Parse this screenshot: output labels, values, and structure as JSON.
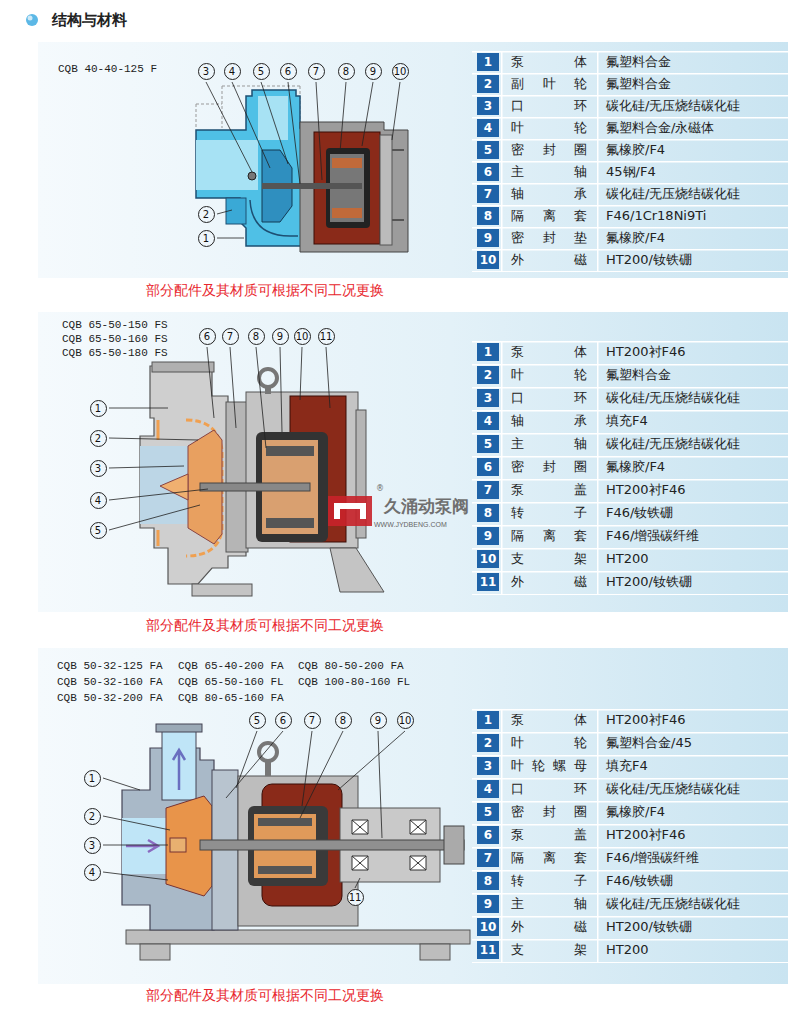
{
  "diagram": {
    "title": "结构与材料",
    "labels": [
      "CQB 40-40-125 F",
      "3",
      "4",
      "5",
      "6",
      "7",
      "8",
      "9",
      "10",
      "2",
      "1",
      "1",
      "泵体",
      "氟塑料合金",
      "2",
      "副叶轮",
      "氟塑料合金",
      "3",
      "口环",
      "碳化硅/无压烧结碳化硅",
      "4",
      "叶轮",
      "氟塑料合金/永磁体",
      "5",
      "密封圈",
      "氟橡胶/F4",
      "6",
      "主轴",
      "45钢/F4",
      "7",
      "轴承",
      "碳化硅/无压烧结碳化硅",
      "8",
      "隔离套",
      "F46/1Cr18Ni9Ti",
      "9",
      "密封垫",
      "氟橡胶/F4",
      "10",
      "外磁",
      "HT200/钕铁硼",
      "部分配件及其材质可根据不同工况更换",
      "CQB 65-50-150 FS",
      "CQB 65-50-160 FS",
      "CQB 65-50-180 FS",
      "6",
      "7",
      "8",
      "9",
      "10",
      "11",
      "1",
      "2",
      "3",
      "4",
      "5",
      "1",
      "泵体",
      "HT200衬F46",
      "2",
      "叶轮",
      "氟塑料合金",
      "3",
      "口环",
      "碳化硅/无压烧结碳化硅",
      "4",
      "轴承",
      "填充F4",
      "5",
      "主轴",
      "碳化硅/无压烧结碳化硅",
      "6",
      "密封圈",
      "氟橡胶/F4",
      "7",
      "泵盖",
      "HT200衬F46",
      "8",
      "转子",
      "F46/钕铁硼",
      "9",
      "隔离套",
      "F46/增强碳纤维",
      "10",
      "支架",
      "HT200",
      "11",
      "外磁",
      "HT200/钕铁硼",
      "®",
      "久涌动泵阀",
      "WWW.JYDBENG.COM",
      "部分配件及其材质可根据不同工况更换",
      "CQB 50-32-125 FA",
      "CQB 50-32-160 FA",
      "CQB 50-32-200 FA",
      "CQB 65-40-200 FA",
      "CQB 65-50-160 FL",
      "CQB 80-65-160 FA",
      "CQB 80-50-200 FA",
      "CQB 100-80-160 FL",
      "5",
      "6",
      "7",
      "8",
      "9",
      "10",
      "1",
      "2",
      "3",
      "4",
      "11",
      "1",
      "泵体",
      "HT200衬F46",
      "2",
      "叶轮",
      "氟塑料合金/45",
      "3",
      "叶轮螺母",
      "填充F4",
      "4",
      "口环",
      "碳化硅/无压烧结碳化硅",
      "5",
      "密封圈",
      "氟橡胶/F4",
      "6",
      "泵盖",
      "HT200衬F46",
      "7",
      "隔离套",
      "F46/增强碳纤维",
      "8",
      "转子",
      "F46/钕铁硼",
      "9",
      "主轴",
      "碳化硅/无压烧结碳化硅",
      "10",
      "外磁",
      "HT200/钕铁硼",
      "11",
      "支架",
      "HT200",
      "部分配件及其材质可根据不同工况更换"
    ]
  }
}
